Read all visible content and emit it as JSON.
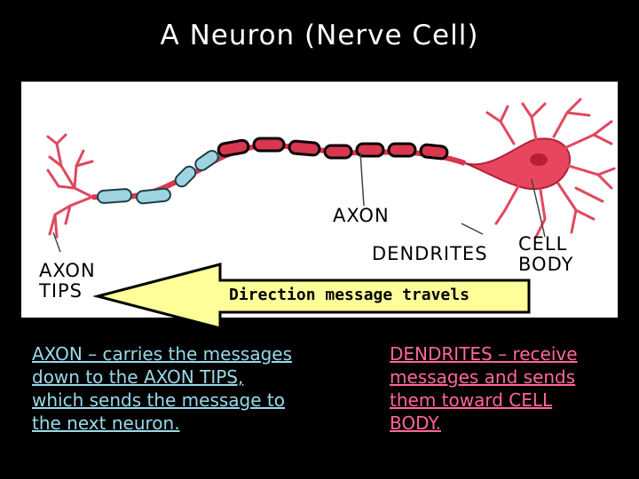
{
  "title": "A Neuron (Nerve Cell)",
  "labels": {
    "axon": "AXON",
    "axon_tips": [
      "AXON",
      "TIPS"
    ],
    "dendrites": "DENDRITES",
    "cell_body": [
      "CELL",
      "BODY"
    ]
  },
  "arrow_text": "Direction message travels",
  "captions": {
    "axon": [
      "AXON – carries the messages",
      "down to the AXON TIPS,",
      "which sends the message to",
      "the next neuron."
    ],
    "dendrites": [
      "DENDRITES – receive",
      "messages and sends",
      "them toward CELL",
      "BODY."
    ]
  },
  "colors": {
    "background": "#000000",
    "panel": "#ffffff",
    "arrow_fill": "#ffff99",
    "axon_caption": "#99d9ea",
    "dendrite_caption": "#ff6699",
    "neuron": "#d9364f",
    "myelin": "#9fd3e0"
  }
}
